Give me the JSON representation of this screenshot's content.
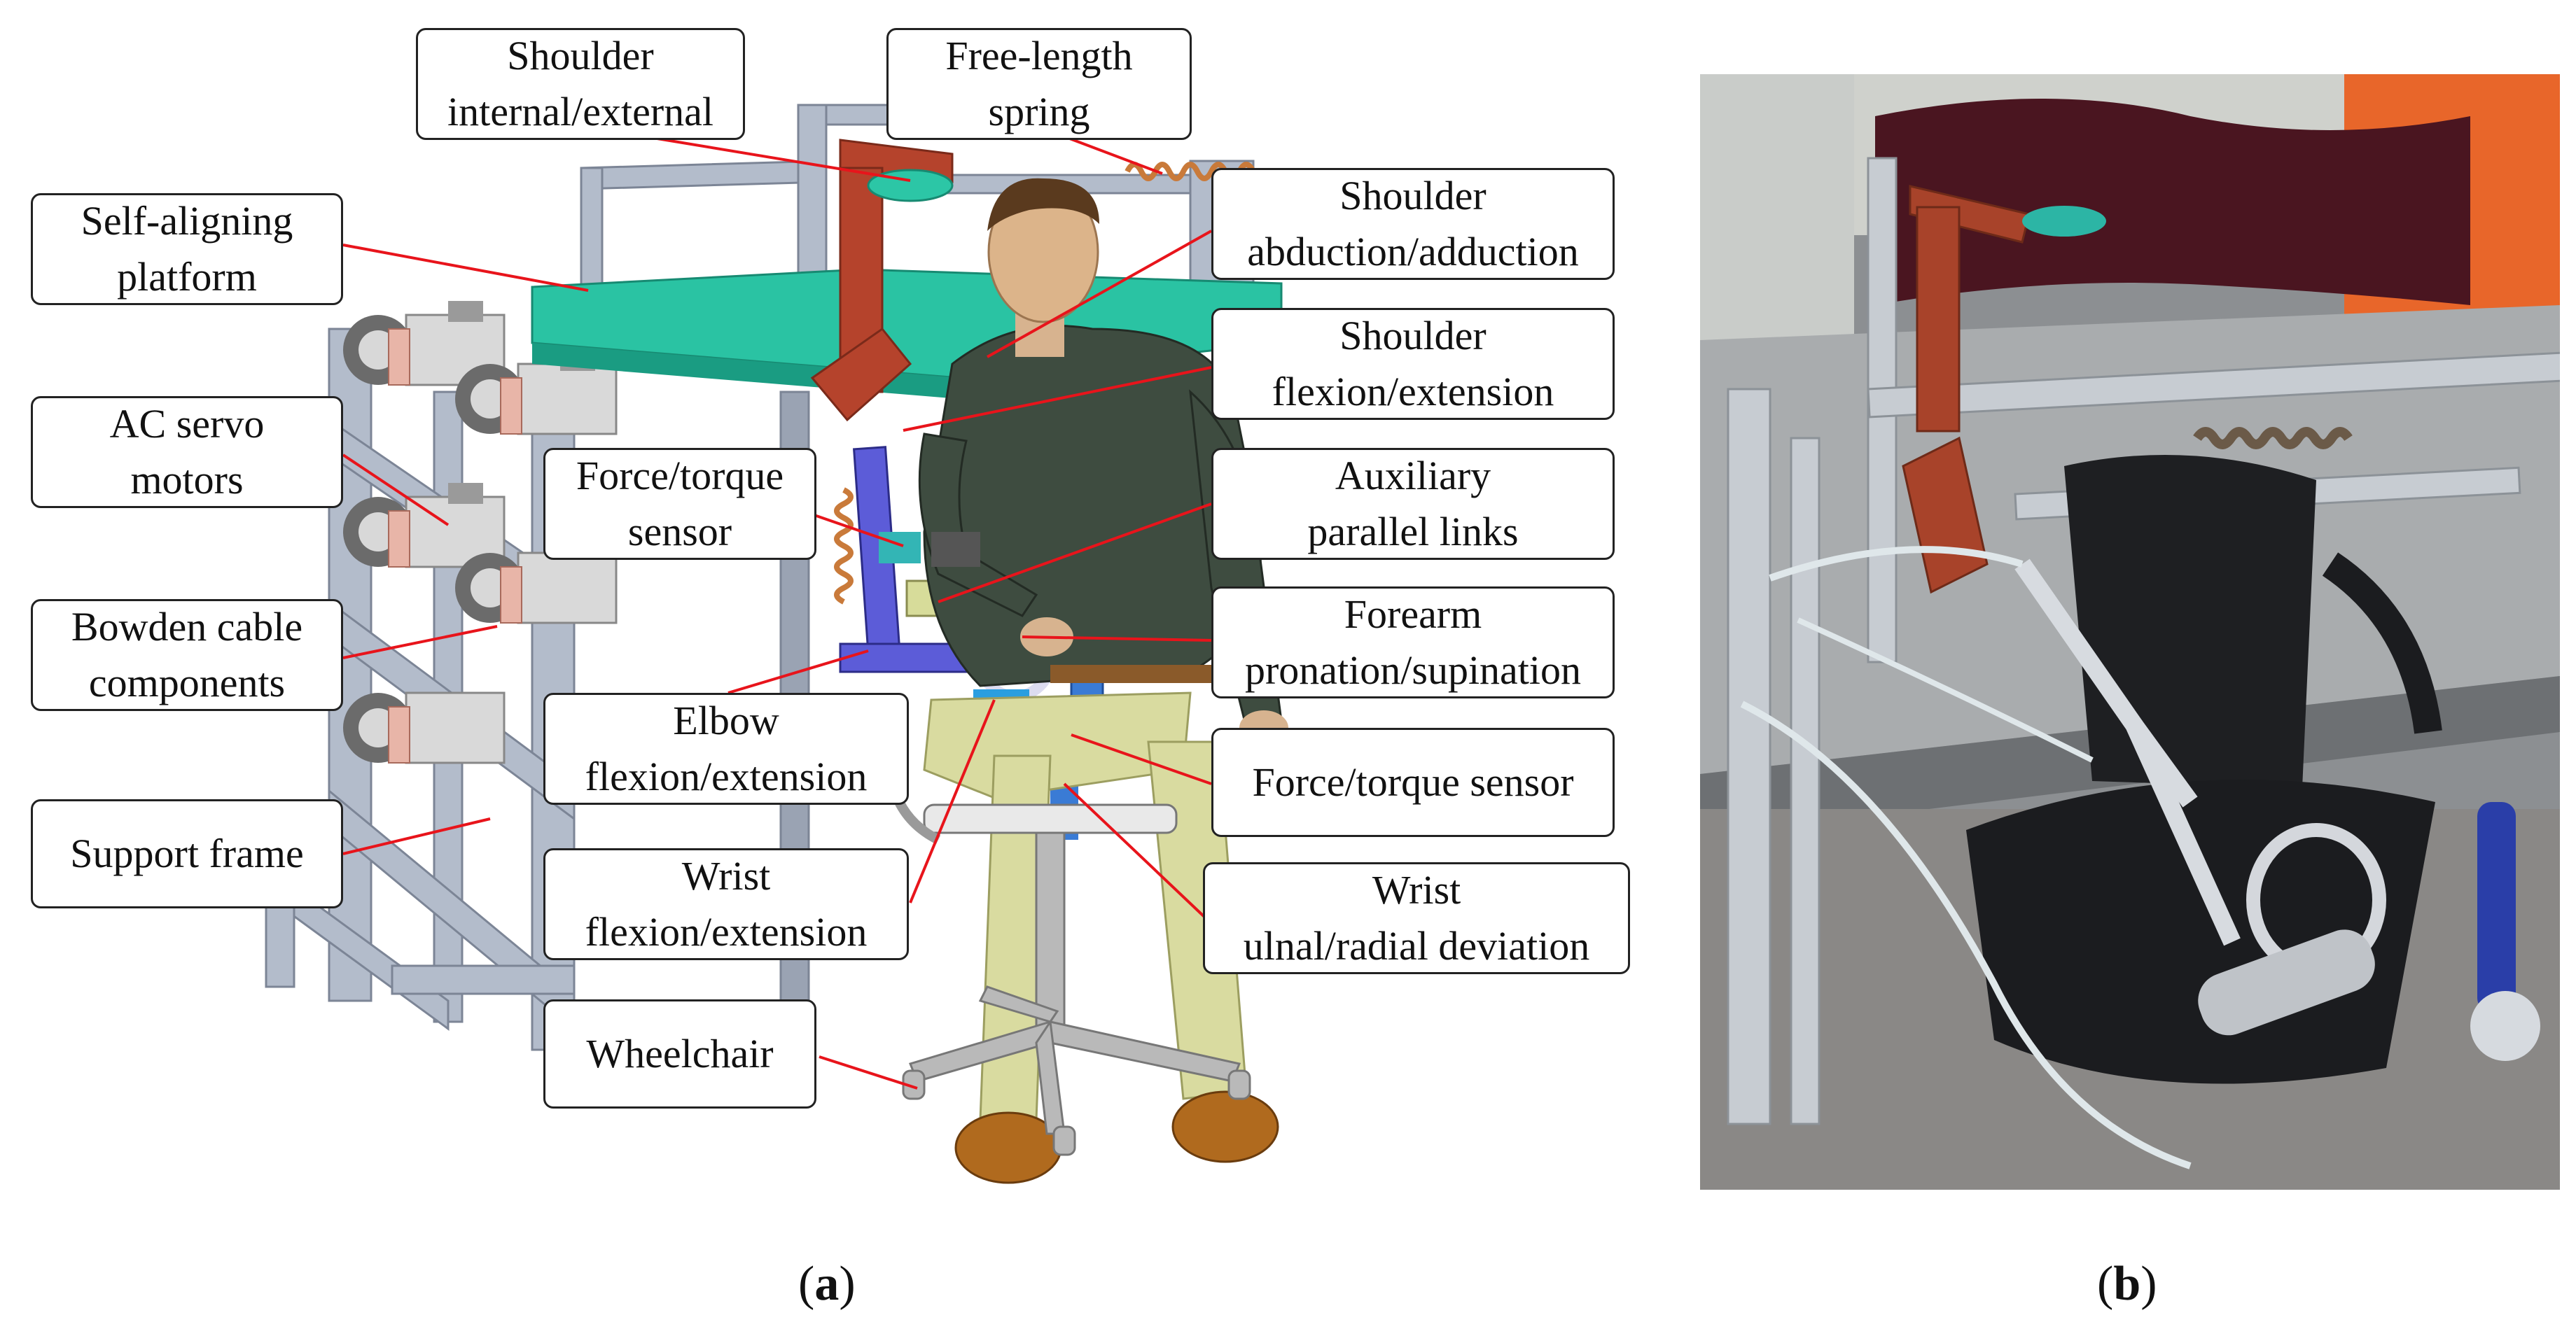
{
  "panel_a": {
    "caption_letter": "a",
    "labels": {
      "shoulder_int_ext": [
        "Shoulder",
        "internal/external"
      ],
      "free_length_spring": [
        "Free-length",
        "spring"
      ],
      "self_aligning_platform": [
        "Self-aligning",
        "platform"
      ],
      "shoulder_abd_add": [
        "Shoulder",
        "abduction/adduction"
      ],
      "shoulder_flex_ext": [
        "Shoulder",
        "flexion/extension"
      ],
      "ac_servo_motors": [
        "AC servo",
        "motors"
      ],
      "force_torque_sensor_upper": [
        "Force/torque",
        "sensor"
      ],
      "auxiliary_parallel_links": [
        "Auxiliary",
        "parallel links"
      ],
      "bowden_cable_components": [
        "Bowden cable",
        "components"
      ],
      "forearm_pro_sup": [
        "Forearm",
        "pronation/supination"
      ],
      "elbow_flex_ext": [
        "Elbow",
        "flexion/extension"
      ],
      "force_torque_sensor_lower": [
        "Force/torque sensor"
      ],
      "support_frame": [
        "Support frame"
      ],
      "wrist_flex_ext": [
        "Wrist",
        "flexion/extension"
      ],
      "wrist_ulnar_radial": [
        "Wrist",
        "ulnal/radial deviation"
      ],
      "wheelchair": [
        "Wheelchair"
      ]
    }
  },
  "panel_b": {
    "caption_letter": "b"
  },
  "colors": {
    "leader_line": "#e8141b",
    "frame_metal": "#aeb6c6",
    "platform": "#1fbfa0",
    "arm_link": "#b5432c",
    "shirt": "#3a4a3c",
    "pants": "#d9dba0",
    "shoe": "#b06a1e",
    "exo_blue": "#5555d8"
  }
}
